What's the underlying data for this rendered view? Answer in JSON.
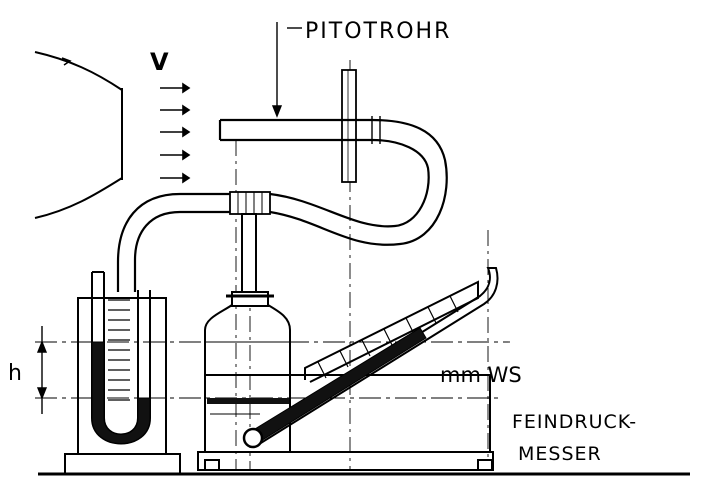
{
  "labels": {
    "pitot": "PITOTROHR",
    "velocity": "V",
    "height": "h",
    "unit": "mm WS",
    "gauge_line1": "FEINDRUCK-",
    "gauge_line2": "MESSER"
  },
  "colors": {
    "ink": "#000000",
    "paper": "#ffffff",
    "fluid": "#111111"
  },
  "icons": [
    "flow-arrow-icon",
    "dimension-arrow-icon"
  ]
}
